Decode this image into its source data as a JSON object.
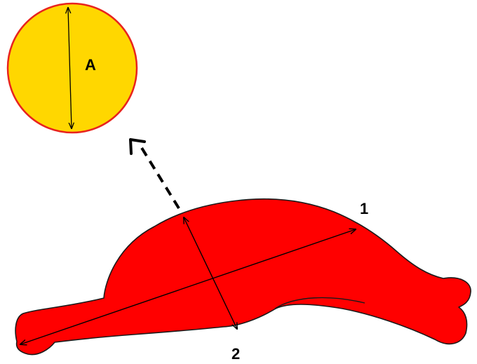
{
  "labels": {
    "circle": "A",
    "axis_one": "1",
    "axis_two": "2"
  },
  "colors": {
    "circle_fill": "#FFD700",
    "circle_stroke": "#E8231E",
    "shape_fill": "#FF0000",
    "shape_stroke": "#1A1A1A",
    "line": "#000000"
  }
}
